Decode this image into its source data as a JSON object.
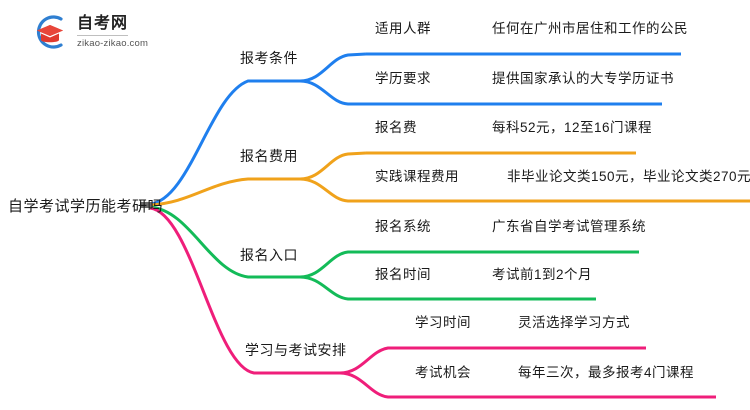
{
  "logo": {
    "title": "自考网",
    "subtitle": "zikao-zikao.com",
    "mark_icon": "graduation-cap-icon",
    "arc_color": "#2f7fd1",
    "cap_color": "#e03a2f"
  },
  "mindmap": {
    "root": {
      "label": "自学考试学历能考研吗"
    },
    "branches": [
      {
        "label": "报考条件",
        "color": "#1f7fee",
        "children": [
          {
            "label": "适用人群",
            "detail": "任何在广州市居住和工作的公民"
          },
          {
            "label": "学历要求",
            "detail": "提供国家承认的大专学历证书"
          }
        ]
      },
      {
        "label": "报名费用",
        "color": "#f0a21b",
        "children": [
          {
            "label": "报名费",
            "detail": "每科52元，12至16门课程"
          },
          {
            "label": "实践课程费用",
            "detail": "非毕业论文类150元，毕业论文类270元"
          }
        ]
      },
      {
        "label": "报名入口",
        "color": "#13bb58",
        "children": [
          {
            "label": "报名系统",
            "detail": "广东省自学考试管理系统"
          },
          {
            "label": "报名时间",
            "detail": "考试前1到2个月"
          }
        ]
      },
      {
        "label": "学习与考试安排",
        "color": "#ef1e7a",
        "children": [
          {
            "label": "学习时间",
            "detail": "灵活选择学习方式"
          },
          {
            "label": "考试机会",
            "detail": "每年三次，最多报考4门课程"
          }
        ]
      }
    ]
  }
}
